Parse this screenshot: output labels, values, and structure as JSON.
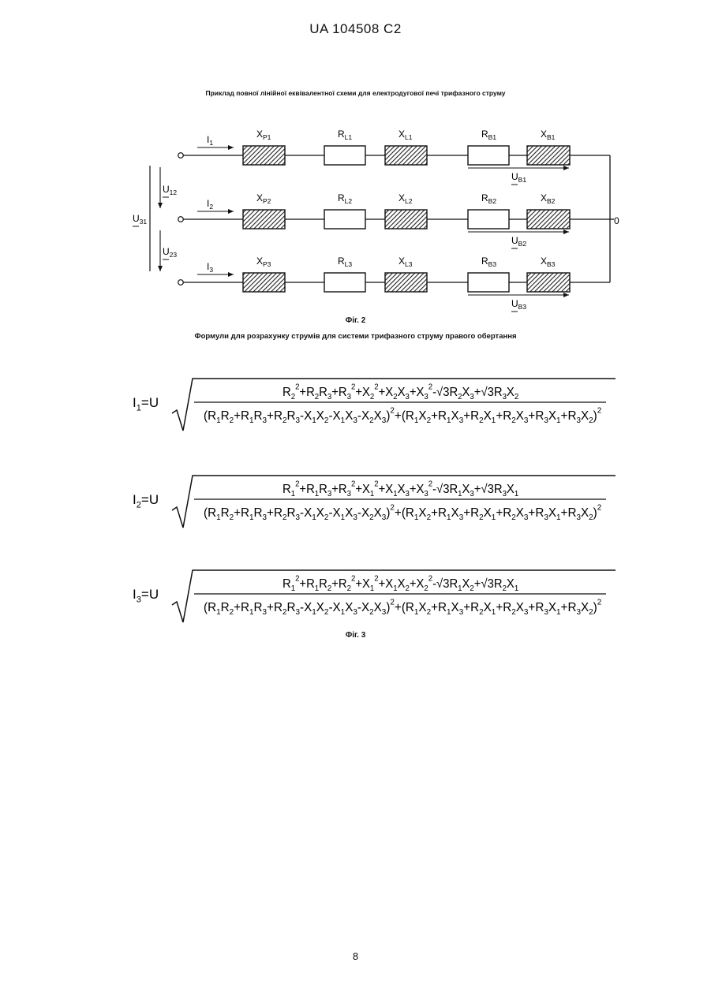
{
  "header": "UA   104508   C2",
  "fig2": {
    "title": "Приклад повної лінійної еквівалентної схеми для електродугової печі трифазного струму",
    "caption": "Фіг. 2",
    "voltages": {
      "u12": "U12",
      "u23": "U23",
      "u31": "U31"
    },
    "neutral_label": "0",
    "phases": [
      {
        "current": "I1",
        "xp": "XP1",
        "rl": "RL1",
        "xl": "XL1",
        "rb": "RB1",
        "xb": "XB1",
        "ub": "UB1"
      },
      {
        "current": "I2",
        "xp": "XP2",
        "rl": "RL2",
        "xl": "XL2",
        "rb": "RB2",
        "xb": "XB2",
        "ub": "UB2"
      },
      {
        "current": "I3",
        "xp": "XP3",
        "rl": "RL3",
        "xl": "XL3",
        "rb": "RB3",
        "xb": "XB3",
        "ub": "UB3"
      }
    ]
  },
  "fig3": {
    "title": "Формули для розрахунку струмів для системи трифазного струму правого обертання",
    "caption": "Фіг. 3",
    "formulas": [
      {
        "lhs": "I1=U",
        "numerator": "R2²+R2R3+R3²+X2²+X2X3+X3²-√3R2X3+√3R3X2",
        "denominator": "(R1R2+R1R3+R2R3-X1X2-X1X3-X2X3)²+(R1X2+R1X3+R2X1+R2X3+R3X1+R3X2)²"
      },
      {
        "lhs": "I2=U",
        "numerator": "R1²+R1R3+R3²+X1²+X1X3+X3²-√3R1X3+√3R3X1",
        "denominator": "(R1R2+R1R3+R2R3-X1X2-X1X3-X2X3)²+(R1X2+R1X3+R2X1+R2X3+R3X1+R3X2)²"
      },
      {
        "lhs": "I3=U",
        "numerator": "R1²+R1R2+R2²+X1²+X1X2+X2²-√3R1X2+√3R2X1",
        "denominator": "(R1R2+R1R3+R2R3-X1X2-X1X3-X2X3)²+(R1X2+R1X3+R2X1+R2X3+R3X1+R3X2)²"
      }
    ]
  },
  "page_number": "8"
}
